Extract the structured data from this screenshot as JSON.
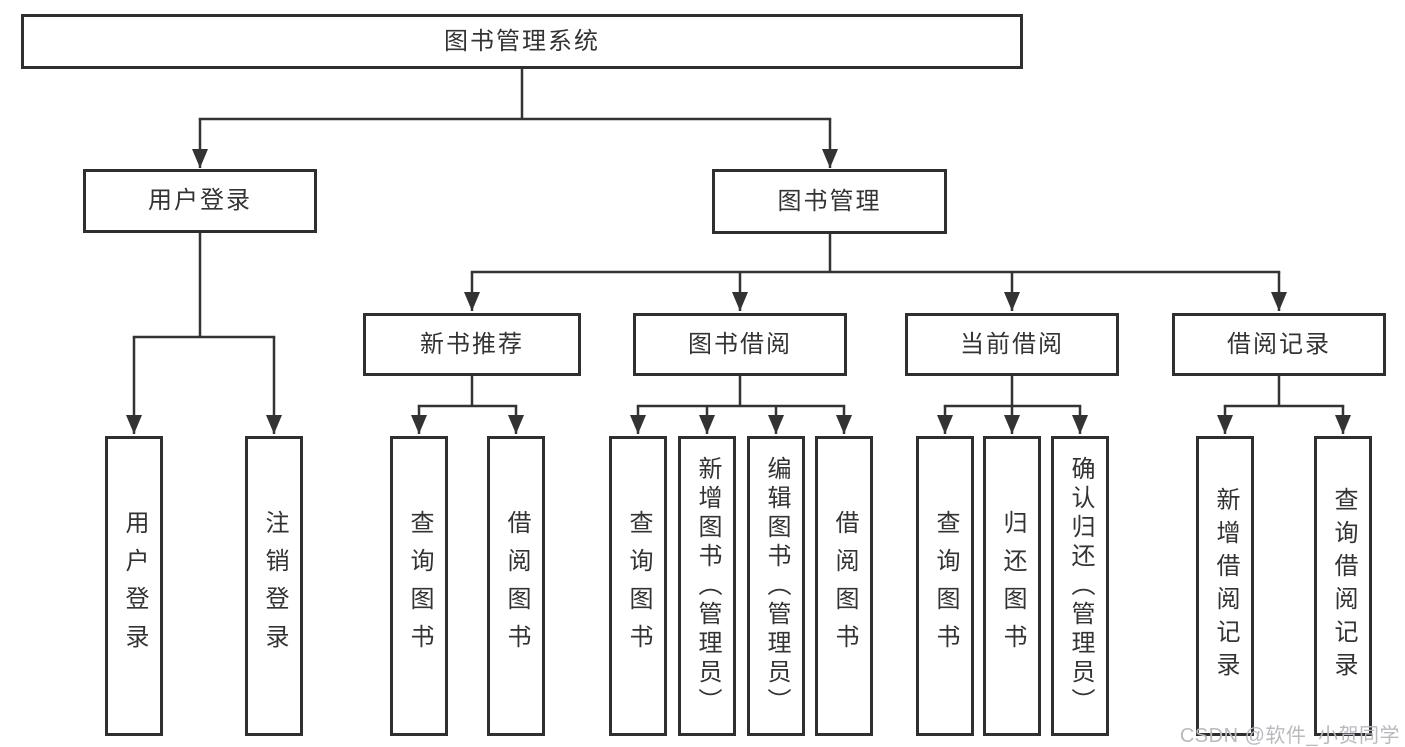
{
  "tree": {
    "label": "图书管理系统",
    "children": [
      {
        "label": "用户登录",
        "children": [
          {
            "label": "用户登录"
          },
          {
            "label": "注销登录"
          }
        ]
      },
      {
        "label": "图书管理",
        "children": [
          {
            "label": "新书推荐",
            "children": [
              {
                "label": "查询图书"
              },
              {
                "label": "借阅图书"
              }
            ]
          },
          {
            "label": "图书借阅",
            "children": [
              {
                "label": "查询图书"
              },
              {
                "label": "新增图书（管理员）"
              },
              {
                "label": "编辑图书（管理员）"
              },
              {
                "label": "借阅图书"
              }
            ]
          },
          {
            "label": "当前借阅",
            "children": [
              {
                "label": "查询图书"
              },
              {
                "label": "归还图书"
              },
              {
                "label": "确认归还（管理员）"
              }
            ]
          },
          {
            "label": "借阅记录",
            "children": [
              {
                "label": "新增借阅记录"
              },
              {
                "label": "查询借阅记录"
              }
            ]
          }
        ]
      }
    ]
  },
  "watermark": {
    "text": "CSDN @软件_小贺同学"
  },
  "colors": {
    "line": "#333333",
    "box_border": "#2f2f2f",
    "text": "#333333",
    "watermark": "#b7babf",
    "background": "#ffffff"
  }
}
